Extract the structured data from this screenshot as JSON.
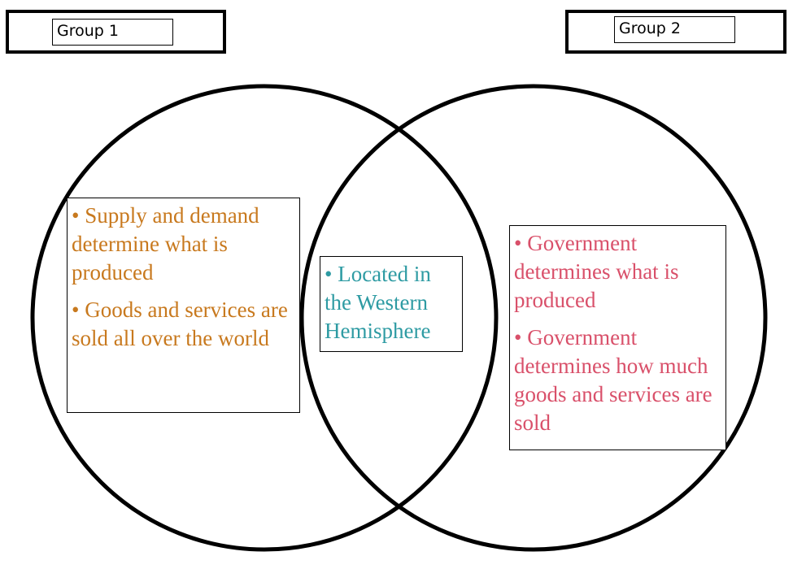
{
  "colors": {
    "left": "#C8791E",
    "middle": "#2E9BA3",
    "right": "#D9506A"
  },
  "headers": {
    "group1": "Group 1",
    "group2": "Group 2"
  },
  "left_items": [
    "• Supply and demand determine what is produced",
    "• Goods and services are sold all over the world"
  ],
  "middle_items": [
    "• Located in the Western Hemisphere"
  ],
  "right_items": [
    "• Government determines what is produced",
    "• Government determines how much goods and services are sold"
  ]
}
